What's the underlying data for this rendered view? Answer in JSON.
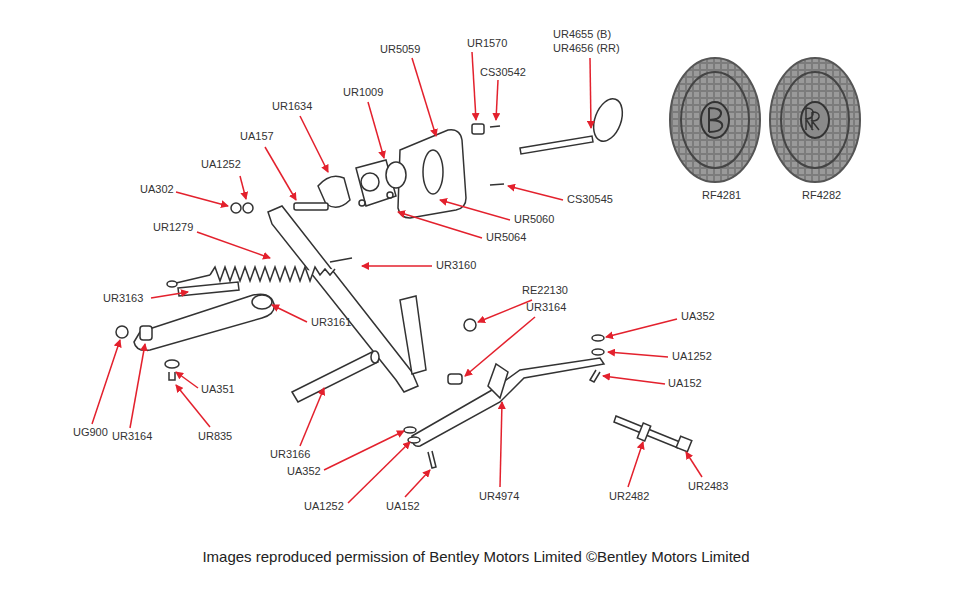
{
  "diagram": {
    "caption": "Images reproduced permission of Bentley Motors Limited ©Bentley Motors Limited",
    "labels": [
      "UR4655 (B)",
      "UR4656 (RR)",
      "UR1570",
      "UR5059",
      "CS30542",
      "UR1009",
      "UR1634",
      "UA157",
      "UA1252",
      "UA302",
      "UR1279",
      "RF4281",
      "RF4282",
      "CS30545",
      "UR5060",
      "UR5064",
      "UR3160",
      "RE22130",
      "UR3164",
      "UR3163",
      "UR3161",
      "UA352",
      "UA1252",
      "UA351",
      "UA152",
      "UG900",
      "UR3164",
      "UR835",
      "UR3166",
      "UA352",
      "UA1252",
      "UA152",
      "UR4974",
      "UR2482",
      "UR2483"
    ]
  }
}
